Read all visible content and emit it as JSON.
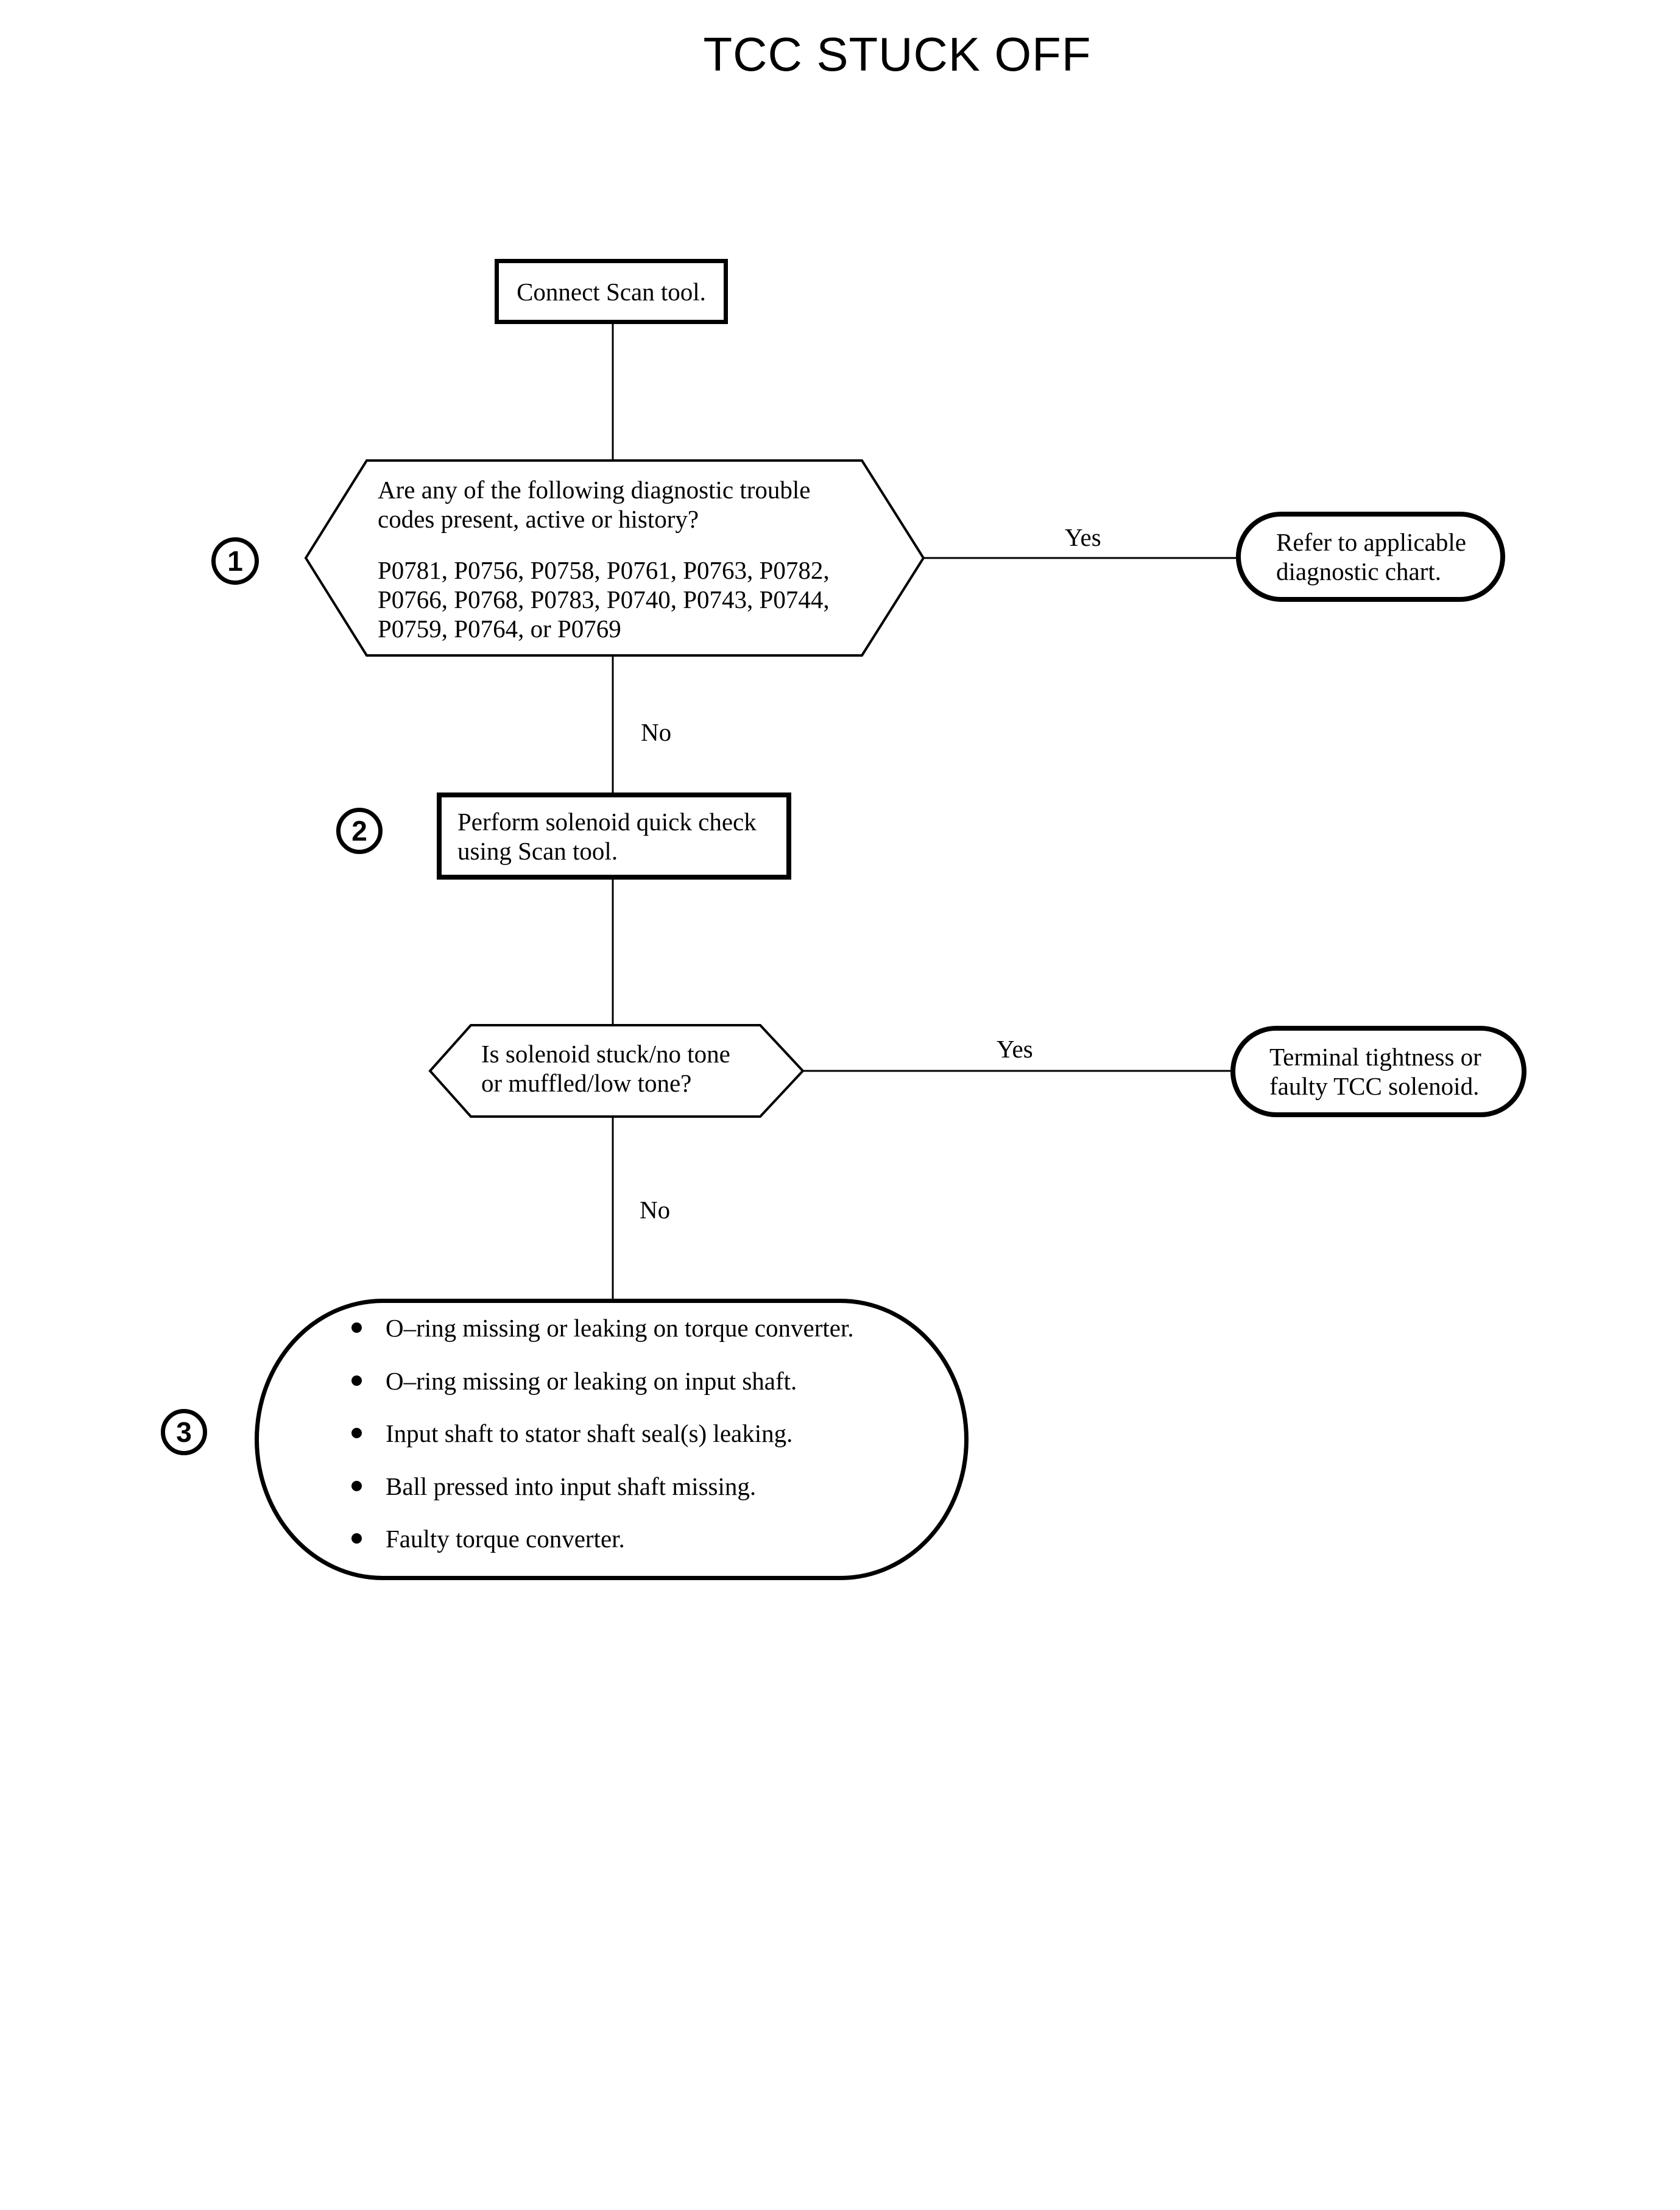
{
  "title": "TCC STUCK OFF",
  "labels": {
    "yes1": "Yes",
    "no1": "No",
    "yes2": "Yes",
    "no2": "No"
  },
  "steps": {
    "one": "1",
    "two": "2",
    "three": "3"
  },
  "nodes": {
    "connect": {
      "text": "Connect Scan tool."
    },
    "decision1": {
      "q_line1": "Are any of the following diagnostic trouble",
      "q_line2": "codes present, active or history?",
      "codes_line1": "P0781, P0756, P0758, P0761, P0763, P0782,",
      "codes_line2": "P0766, P0768, P0783, P0740, P0743, P0744,",
      "codes_line3": "P0759, P0764, or P0769"
    },
    "refer": {
      "line1": "Refer to applicable",
      "line2": "diagnostic chart."
    },
    "perform": {
      "line1": "Perform solenoid quick check",
      "line2": "using Scan tool."
    },
    "decision2": {
      "line1": "Is solenoid stuck/no tone",
      "line2": "or muffled/low tone?"
    },
    "terminal": {
      "line1": "Terminal tightness or",
      "line2": "faulty TCC solenoid."
    },
    "causes": {
      "items": [
        "O–ring missing or leaking on torque converter.",
        "O–ring missing or leaking on input shaft.",
        "Input shaft to stator shaft seal(s) leaking.",
        "Ball pressed into input shaft missing.",
        "Faulty torque converter."
      ]
    }
  }
}
